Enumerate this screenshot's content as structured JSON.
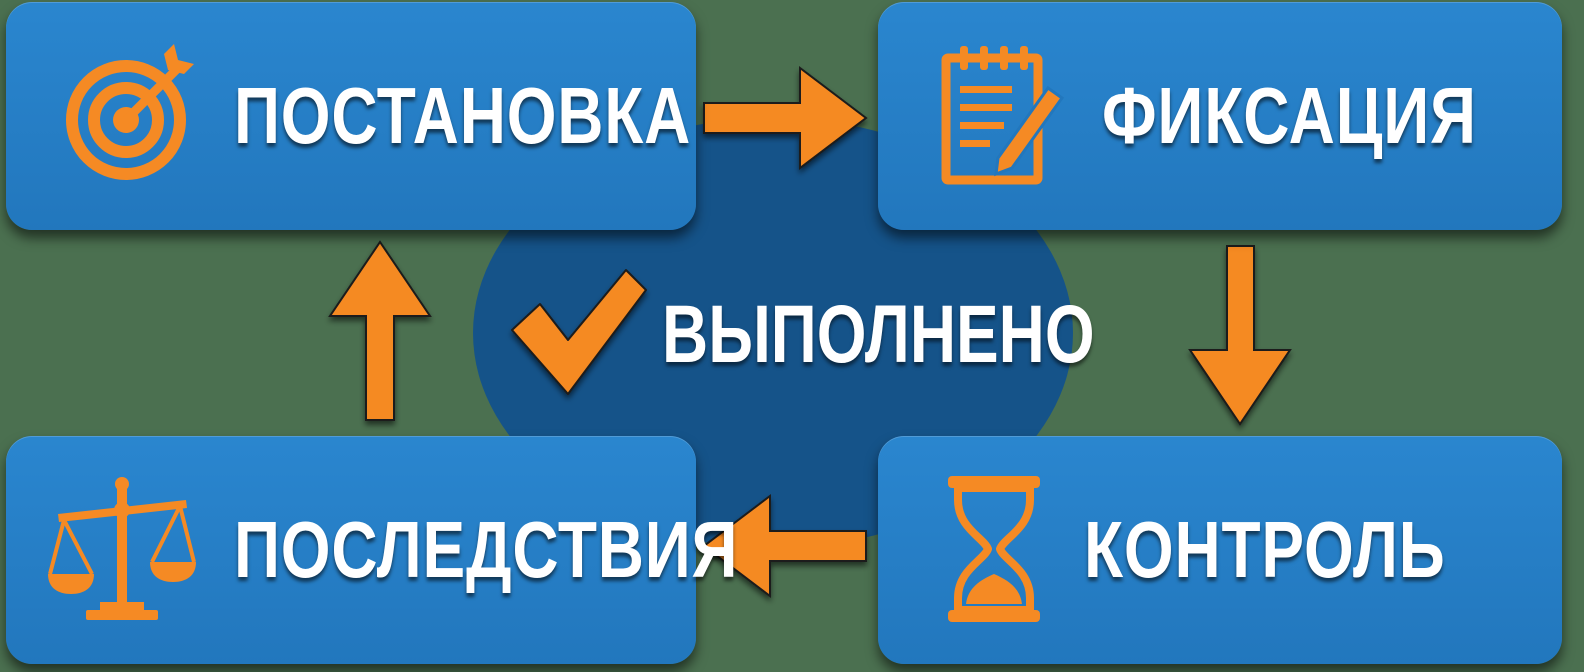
{
  "center": {
    "label": "ВЫПОЛНЕНО",
    "icon": "checkmark-icon"
  },
  "steps": [
    {
      "label": "ПОСТАНОВКА",
      "icon": "target-icon"
    },
    {
      "label": "ФИКСАЦИЯ",
      "icon": "notepad-pencil-icon"
    },
    {
      "label": "КОНТРОЛЬ",
      "icon": "hourglass-icon"
    },
    {
      "label": "ПОСЛЕДСТВИЯ",
      "icon": "scales-icon"
    }
  ],
  "colors": {
    "background": "#4b7050",
    "box": "#2a86cf",
    "circle": "#155389",
    "accent": "#f58a24",
    "text": "#ffffff"
  }
}
